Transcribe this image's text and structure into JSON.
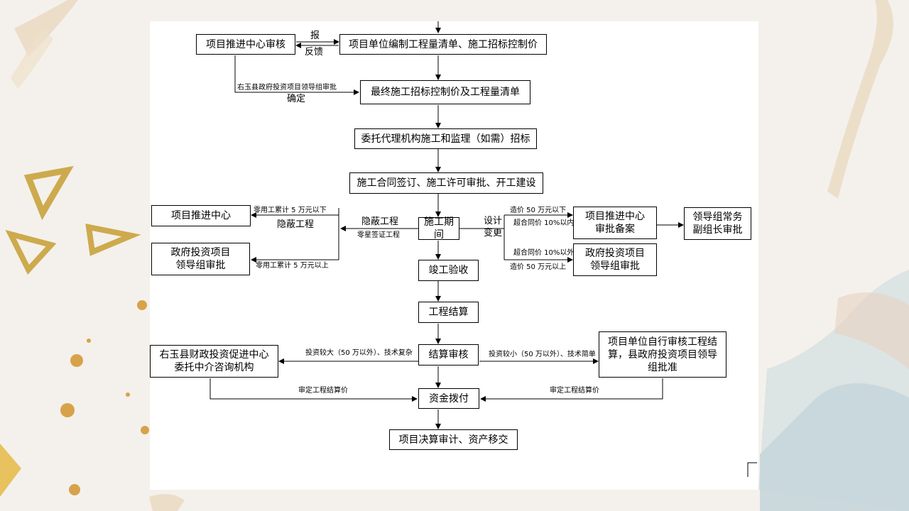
{
  "boxes": {
    "center_review": "项目推进中心审核",
    "unit_compile": "项目单位编制工程量清单、施工招标控制价",
    "final_price": "最终施工招标控制价及工程量清单",
    "entrust_agency": "委托代理机构施工和监理（如需）招标",
    "contract_sign": "施工合同签订、施工许可审批、开工建设",
    "construction_period": "施工期间",
    "center_left": "项目推进中心",
    "gov_group_left": "政府投资项目\n领导组审批",
    "center_filing": "项目推进中心\n审批备案",
    "deputy_leader": "领导组常务\n副组长审批",
    "gov_group_right": "政府投资项目\n领导组审批",
    "completion": "竣工验收",
    "settlement": "工程结算",
    "settlement_review": "结算审核",
    "finance_center": "右玉县财政投资促进中心\n委托中介咨询机构",
    "unit_self_review": "项目单位自行审核工程结\n算，县政府投资项目领导\n组批准",
    "fund_allocation": "资金拨付",
    "final_audit": "项目决算审计、资产移交"
  },
  "labels": {
    "report": "报",
    "feedback": "反馈",
    "leader_approval": "右玉县政府投资项目领导组审批",
    "confirm": "确定",
    "hidden_works_1": "隐蔽工程",
    "hidden_works_2": "隐蔽工程",
    "small_visa": "零星签证工程",
    "cost_under_5": "零用工累计 5 万元以下",
    "cost_over_5": "零用工累计 5 万元以上",
    "design": "设计",
    "change": "变更",
    "cost_under_50": "造价 50 万元以下",
    "contract_within_10": "超合同价 10%以内",
    "contract_over_10": "超合同价 10%以外",
    "cost_over_50": "造价 50 万元以上",
    "invest_large": "投资较大（50 万以外）、技术复杂",
    "invest_small": "投资较小（50 万以外）、技术简单",
    "approved_price_left": "审定工程结算价",
    "approved_price_right": "审定工程结算价"
  }
}
